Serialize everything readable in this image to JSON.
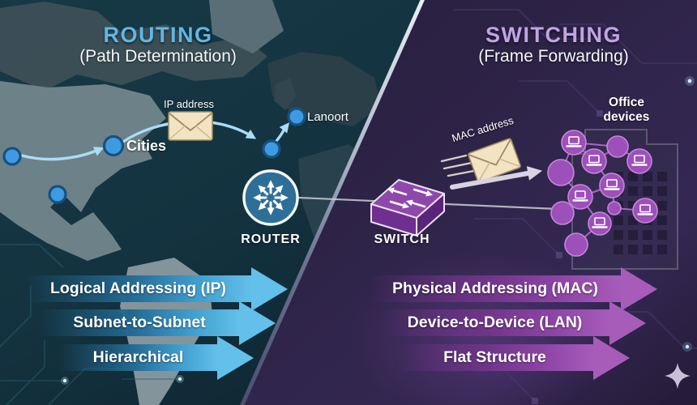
{
  "routing": {
    "title": "ROUTING",
    "subtitle": "(Path Determination)",
    "envelope_label": "IP address",
    "city_label": "Cities",
    "destination_label": "Lanoort",
    "device_label": "ROUTER",
    "banners": [
      "Logical Addressing (IP)",
      "Subnet-to-Subnet",
      "Hierarchical"
    ],
    "accent_color": "#5fb7e5",
    "banner_color": "#62c0ea"
  },
  "switching": {
    "title": "SWITCHING",
    "subtitle": "(Frame Forwarding)",
    "envelope_label": "MAC address",
    "devices_label": "Office devices",
    "device_label": "SWITCH",
    "banners": [
      "Physical Addressing (MAC)",
      "Device-to-Device (LAN)",
      "Flat Structure"
    ],
    "accent_color": "#c0a4e4",
    "banner_color": "#a75cba"
  },
  "icons": {
    "router": "router-icon",
    "switch": "switch-icon",
    "envelope": "envelope-icon",
    "laptop": "laptop-icon",
    "sparkle": "sparkle-icon"
  },
  "colors": {
    "left_background": "#143340",
    "right_background": "#2c2244",
    "node_dot": "#3e9be2",
    "cluster_circle": "#9d4fba",
    "envelope_fill": "#f2e4c2"
  }
}
